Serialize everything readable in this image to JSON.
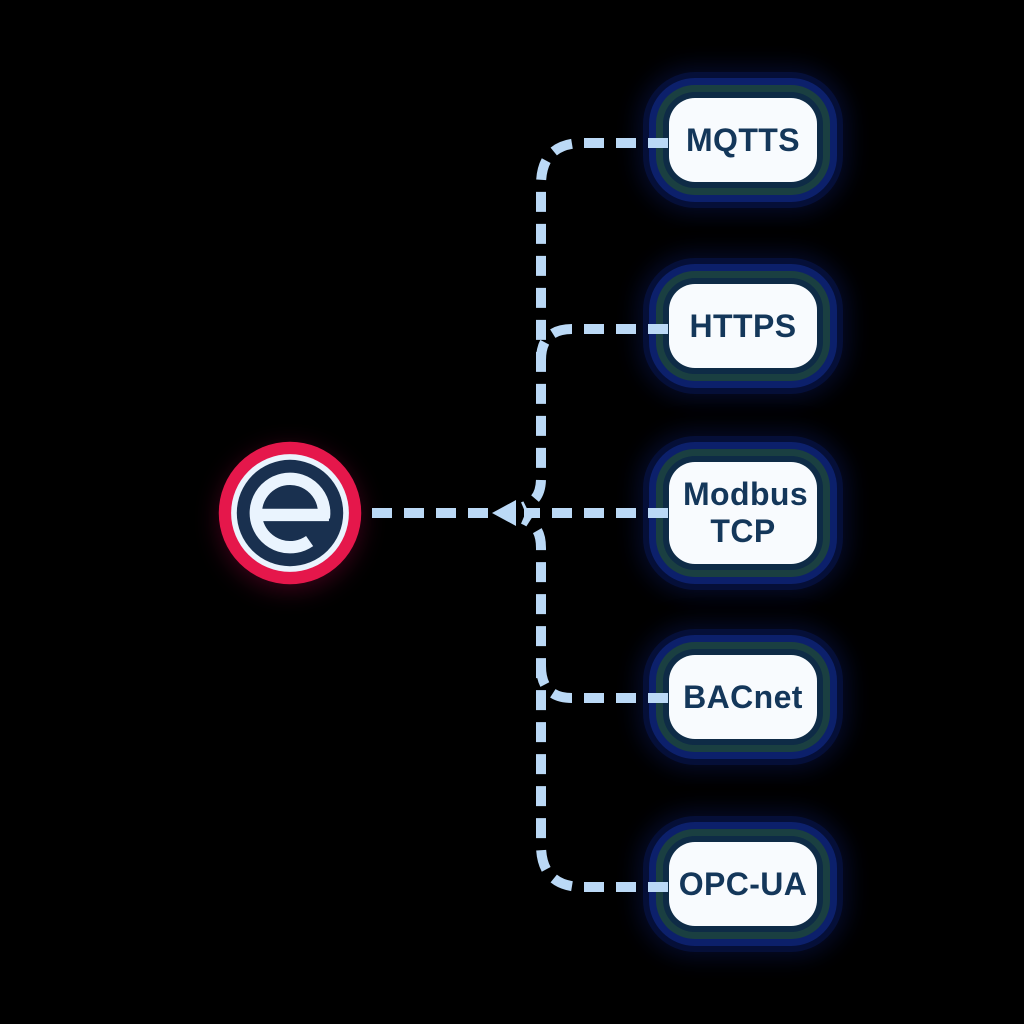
{
  "diagram": {
    "logo": {
      "glyph": "e"
    },
    "nodes": [
      {
        "id": "mqtts",
        "label": "MQTTS"
      },
      {
        "id": "https",
        "label": "HTTPS"
      },
      {
        "id": "modbus",
        "label": "Modbus TCP"
      },
      {
        "id": "bacnet",
        "label": "BACnet"
      },
      {
        "id": "opcua",
        "label": "OPC-UA"
      }
    ],
    "connections": [
      {
        "from": "logo",
        "to": "mqtts"
      },
      {
        "from": "logo",
        "to": "https"
      },
      {
        "from": "logo",
        "to": "modbus"
      },
      {
        "from": "logo",
        "to": "bacnet"
      },
      {
        "from": "logo",
        "to": "opcua"
      }
    ],
    "colors": {
      "background": "#000000",
      "connector": "#BBD9F6",
      "card_bg": "#F8FBFE",
      "card_text": "#14375A",
      "ring_navy": "#0E2B46",
      "ring_teal": "#1A3F41",
      "ring_blue": "#0C206B",
      "logo_red": "#E5174B",
      "logo_light": "#EAF4FE",
      "logo_navy": "#19304F"
    }
  }
}
